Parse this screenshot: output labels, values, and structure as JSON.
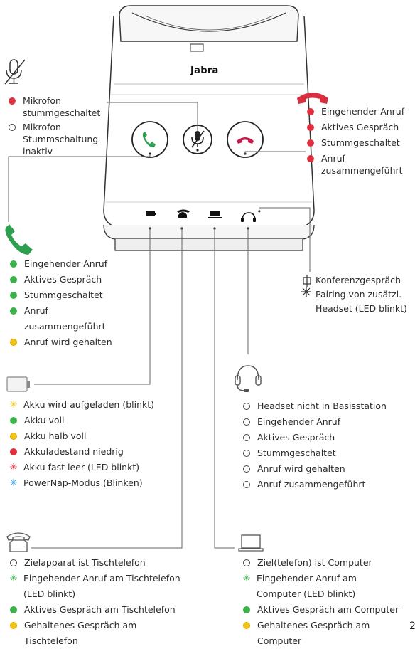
{
  "brand": "Jabra",
  "page_number": "2",
  "colors": {
    "red": "#e03040",
    "green": "#3bb34a",
    "yellow": "#f2c417",
    "blue": "#2a9de0",
    "accent_red": "#d63040",
    "accent_green": "#2e9e4f"
  },
  "mic": {
    "icon": "microphone-muted-icon",
    "items": [
      {
        "led": "red",
        "text": "Mikrofon stummgeschaltet",
        "lines": [
          "Mikrofon",
          "stummgeschaltet"
        ]
      },
      {
        "led": "empty",
        "text": "Mikrofon Stummschaltung inaktiv",
        "lines": [
          "Mikrofon",
          "Stummschaltung",
          "inaktiv"
        ]
      }
    ]
  },
  "end_call": {
    "icon": "end-call-handset-icon",
    "items": [
      {
        "led": "red",
        "text": "Eingehender Anruf"
      },
      {
        "led": "red",
        "text": "Aktives Gespräch"
      },
      {
        "led": "red",
        "text": "Stummgeschaltet"
      },
      {
        "led": "red",
        "text": "Anruf zusammengeführt",
        "lines": [
          "Anruf",
          "zusammengeführt"
        ]
      }
    ]
  },
  "answer": {
    "icon": "answer-call-handset-icon",
    "items": [
      {
        "led": "green",
        "text": "Eingehender Anruf"
      },
      {
        "led": "green",
        "text": "Aktives Gespräch"
      },
      {
        "led": "green",
        "text": "Stummgeschaltet"
      },
      {
        "led": "green",
        "text": "Anruf zusammengeführt",
        "lines": [
          "Anruf",
          "zusammengeführt"
        ]
      },
      {
        "led": "yellow",
        "text": "Anruf wird gehalten"
      }
    ]
  },
  "conference": {
    "items": [
      {
        "icon": "conference-icon",
        "text": "Konferenzgespräch"
      },
      {
        "icon": "pairing-icon",
        "text": "Pairing von zusätzl. Headset (LED blinkt)",
        "lines": [
          "Pairing von zusätzl.",
          "Headset (LED blinkt)"
        ]
      }
    ]
  },
  "battery": {
    "icon": "battery-icon",
    "items": [
      {
        "led": "yellow-flash",
        "text": "Akku wird aufgeladen (blinkt)"
      },
      {
        "led": "green",
        "text": "Akku voll"
      },
      {
        "led": "yellow",
        "text": "Akku halb voll"
      },
      {
        "led": "red",
        "text": "Akkuladestand niedrig"
      },
      {
        "led": "red-flash",
        "text": "Akku fast leer (LED blinkt)"
      },
      {
        "led": "blue-flash",
        "text": "PowerNap-Modus (Blinken)"
      }
    ]
  },
  "headset": {
    "icon": "headset-icon",
    "items": [
      {
        "led": "empty",
        "text": "Headset nicht in Basisstation"
      },
      {
        "led": "empty",
        "text": "Eingehender Anruf"
      },
      {
        "led": "empty",
        "text": "Aktives Gespräch"
      },
      {
        "led": "empty",
        "text": "Stummgeschaltet"
      },
      {
        "led": "empty",
        "text": "Anruf wird gehalten"
      },
      {
        "led": "empty",
        "text": "Anruf zusammengeführt"
      }
    ]
  },
  "desk_phone": {
    "icon": "desk-phone-icon",
    "items": [
      {
        "led": "empty",
        "text": "Zielapparat ist Tischtelefon"
      },
      {
        "led": "green-flash",
        "text": "Eingehender Anruf am Tischtelefon (LED blinkt)",
        "lines": [
          "Eingehender Anruf am Tischtelefon",
          "(LED blinkt)"
        ]
      },
      {
        "led": "green",
        "text": "Aktives Gespräch am Tischtelefon"
      },
      {
        "led": "yellow",
        "text": "Gehaltenes Gespräch am Tischtelefon",
        "lines": [
          "Gehaltenes Gespräch am",
          "Tischtelefon"
        ]
      }
    ]
  },
  "computer": {
    "icon": "laptop-icon",
    "items": [
      {
        "led": "empty",
        "text": "Ziel(telefon) ist Computer"
      },
      {
        "led": "green-flash",
        "text": "Eingehender Anruf am Computer (LED blinkt)",
        "lines": [
          "Eingehender Anruf am",
          "Computer (LED blinkt)"
        ]
      },
      {
        "led": "green",
        "text": "Aktives Gespräch am Computer"
      },
      {
        "led": "yellow",
        "text": "Gehaltenes Gespräch am Computer",
        "lines": [
          "Gehaltenes Gespräch am",
          "Computer"
        ]
      }
    ]
  }
}
